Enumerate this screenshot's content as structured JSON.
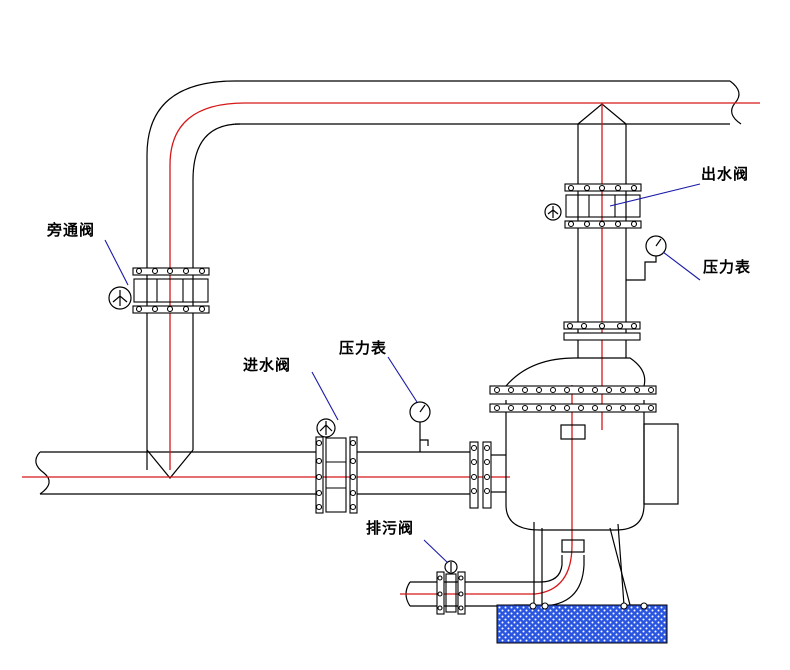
{
  "labels": {
    "bypass_valve": "旁通阀",
    "inlet_valve": "进水阀",
    "pressure_gauge_inlet": "压力表",
    "outlet_valve": "出水阀",
    "pressure_gauge_outlet": "压力表",
    "drain_valve": "排污阀"
  },
  "colors": {
    "line": "#000000",
    "centerline": "#d61818",
    "leader": "#1a1aa8",
    "base_fill": "#2a55e0"
  }
}
